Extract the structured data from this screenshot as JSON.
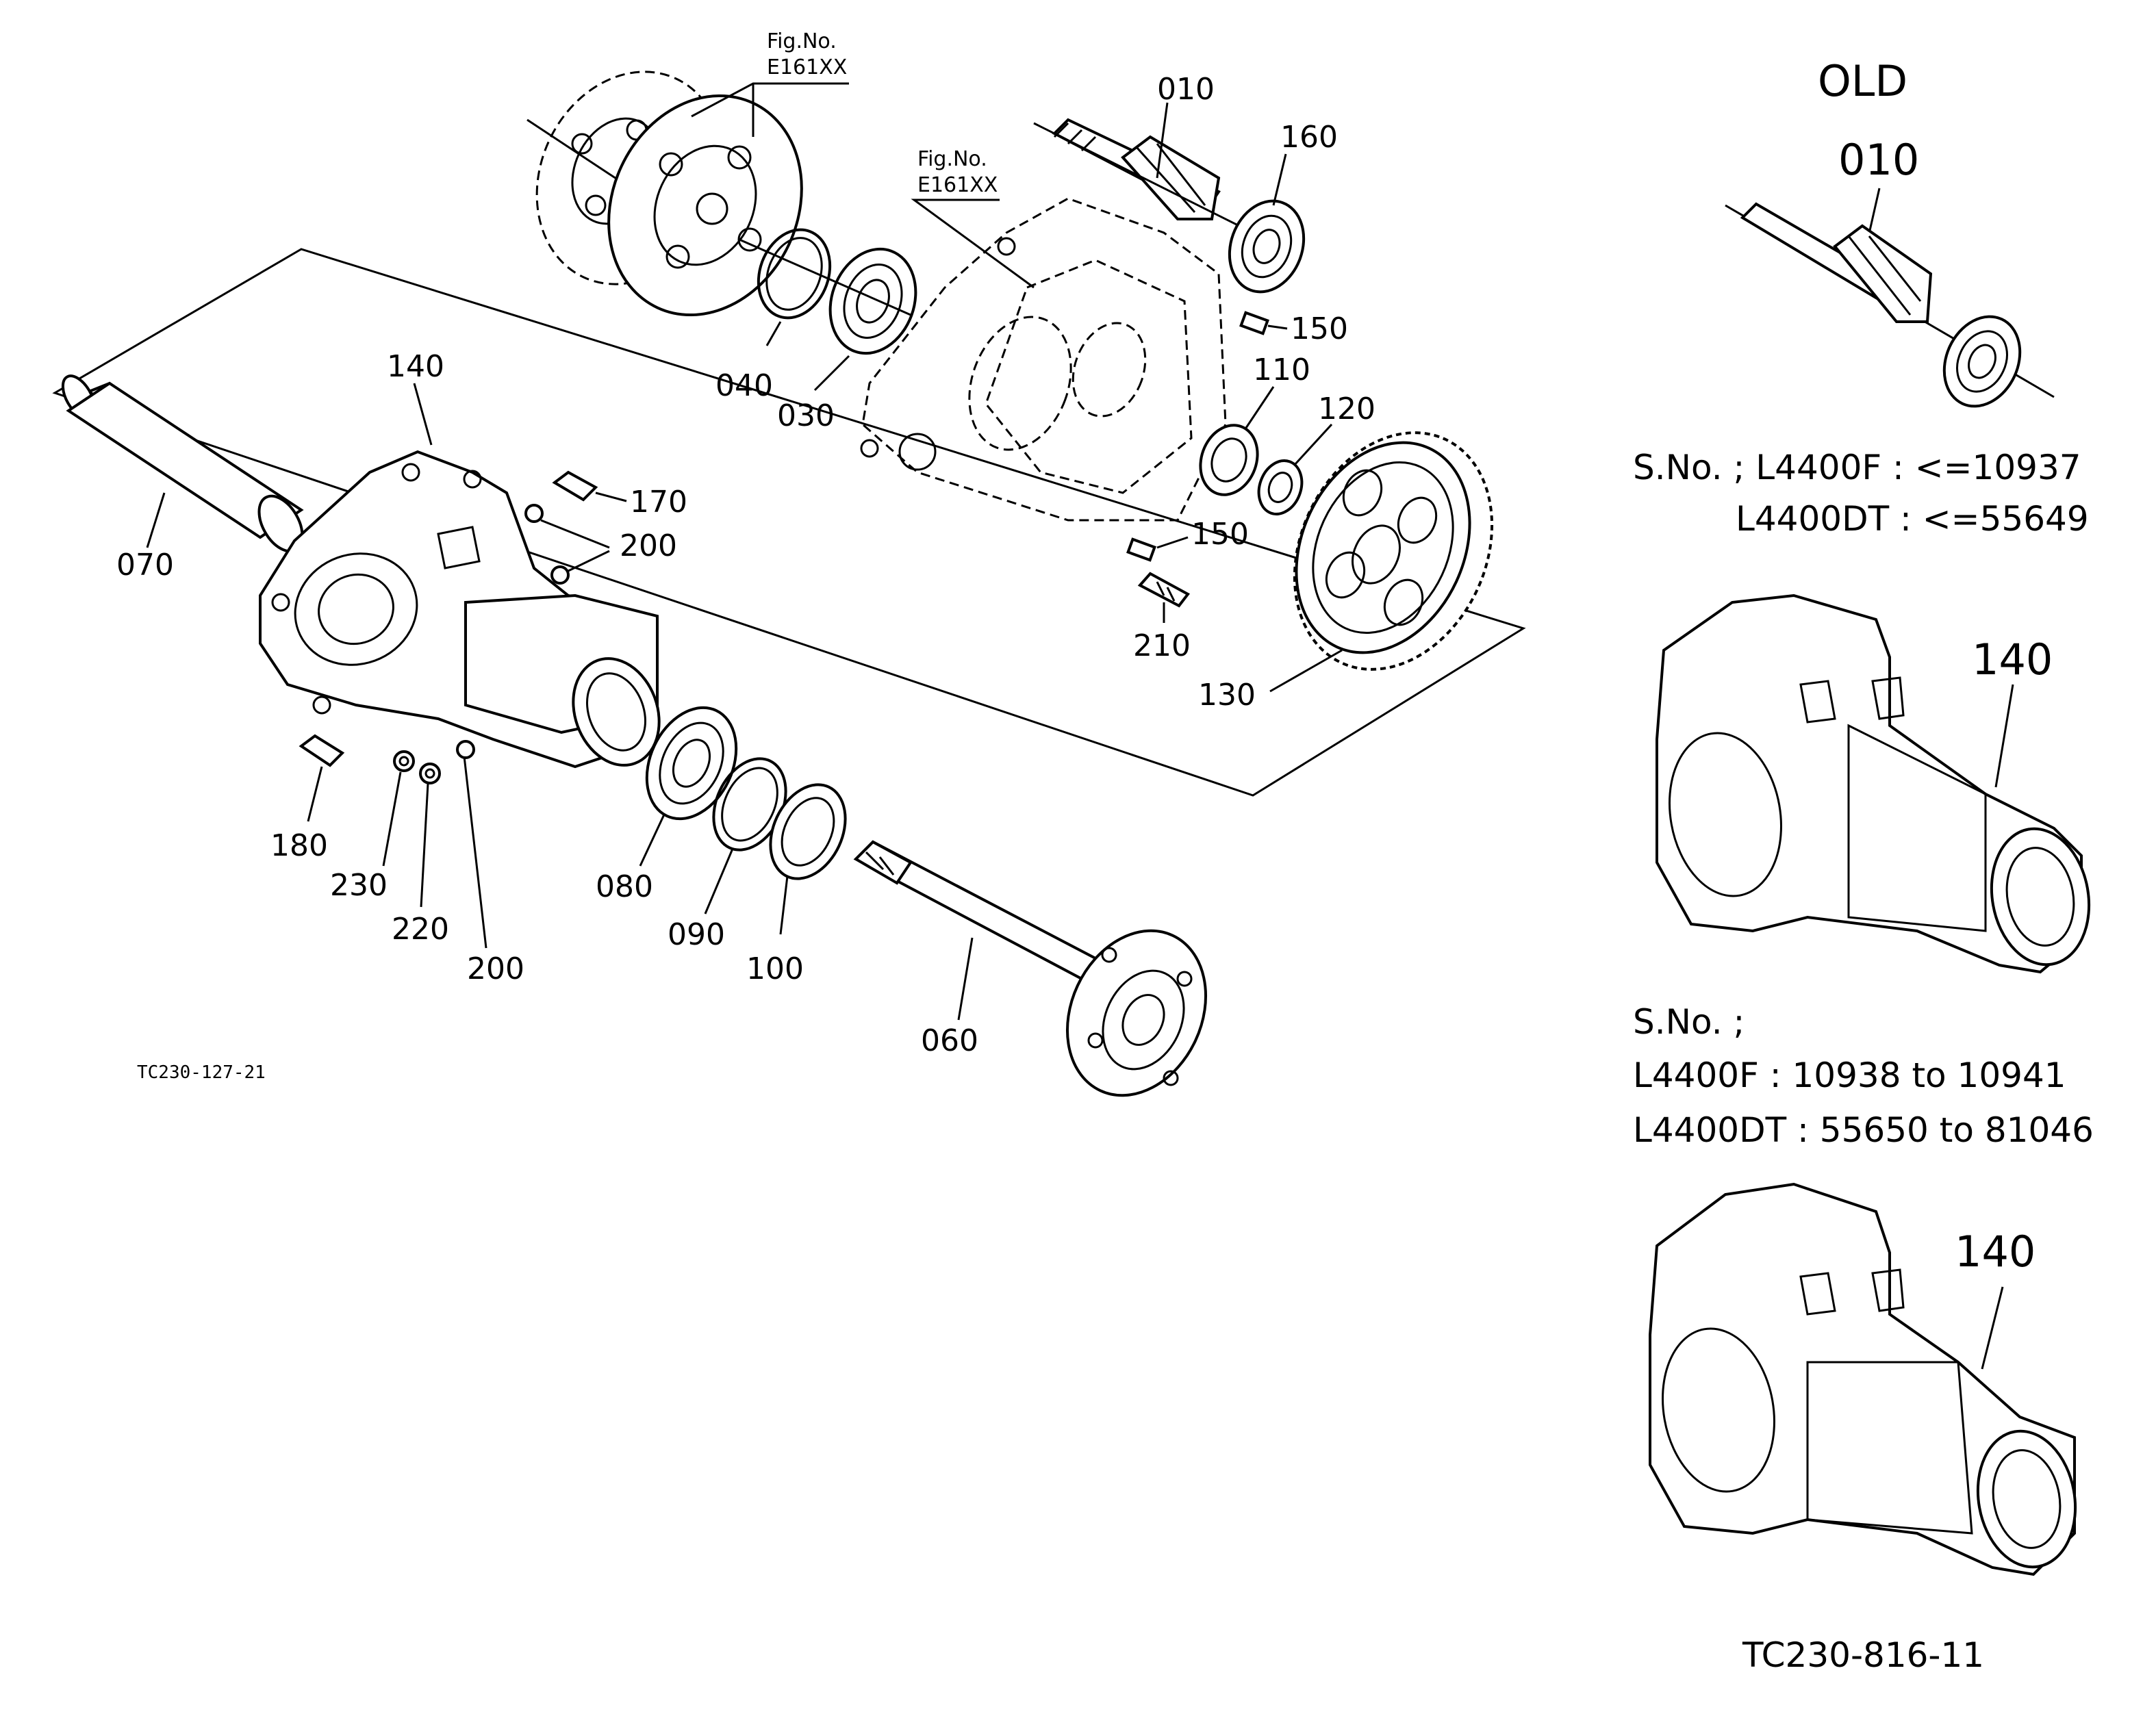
{
  "figure_refs": {
    "top_left": "Fig.No.\nE161XX",
    "top_mid": "Fig.No.\nE161XX",
    "line1": "Fig.No.",
    "line2": "E161XX"
  },
  "callouts": {
    "p010": "010",
    "p160": "160",
    "p150a": "150",
    "p110": "110",
    "p120": "120",
    "p150b": "150",
    "p210": "210",
    "p130": "130",
    "p040": "040",
    "p030": "030",
    "p140": "140",
    "p170": "170",
    "p200a": "200",
    "p070": "070",
    "p180": "180",
    "p230": "230",
    "p220": "220",
    "p200b": "200",
    "p080": "080",
    "p090": "090",
    "p100": "100",
    "p060": "060"
  },
  "main_code": "TC230-127-21",
  "side": {
    "old_title": "OLD",
    "old_part": "010",
    "old_sn_line1": "S.No. ; L4400F : <=10937",
    "old_sn_line2": "L4400DT : <=55649",
    "mid_part": "140",
    "mid_sn_line1": "S.No. ;",
    "mid_sn_line2": "L4400F : 10938 to 10941",
    "mid_sn_line3": "L4400DT : 55650 to 81046",
    "low_part": "140",
    "side_code": "TC230-816-11"
  }
}
